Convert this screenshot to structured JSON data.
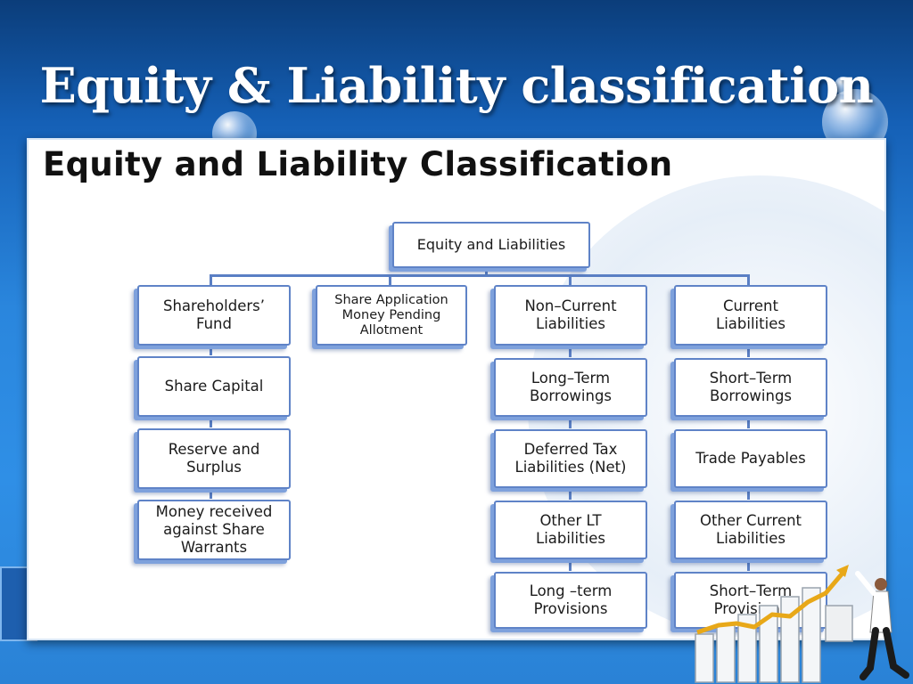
{
  "slide": {
    "title": "Equity & Liability classification"
  },
  "diagram": {
    "title": "Equity and Liability Classification",
    "root": "Equity and Liabilities",
    "branches": [
      {
        "label": "Shareholders’\nFund",
        "children": [
          "Share Capital",
          "Reserve and\nSurplus",
          "Money received\nagainst Share\nWarrants"
        ]
      },
      {
        "label": "Share Application\nMoney Pending\nAllotment",
        "children": []
      },
      {
        "label": "Non–Current\nLiabilities",
        "children": [
          "Long–Term\nBorrowings",
          "Deferred Tax\nLiabilities (Net)",
          "Other LT\nLiabilities",
          "Long –term\nProvisions"
        ]
      },
      {
        "label": "Current\nLiabilities",
        "children": [
          "Short–Term\nBorrowings",
          "Trade Payables",
          "Other Current\nLiabilities",
          "Short–Term\nProvisions"
        ]
      }
    ]
  },
  "colors": {
    "node_border": "#5f83c7",
    "connector": "#5a7fc4",
    "background_blue": "#2a86dd"
  },
  "icons": {
    "clipart": "businessman-growth-chart-icon"
  }
}
